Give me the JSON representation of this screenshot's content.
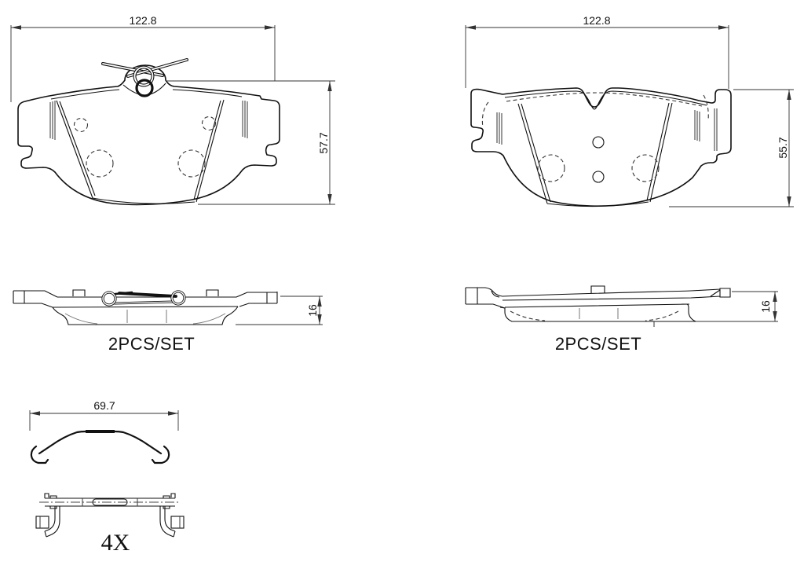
{
  "style": {
    "line_color": "#111111",
    "dim_color": "#333333",
    "background": "#ffffff"
  },
  "figures": {
    "pad_rear_left": {
      "width_label": "122.8",
      "height_label": "57.7"
    },
    "pad_rear_right": {
      "width_label": "122.8",
      "height_label": "55.7"
    },
    "pad_top_left": {
      "caption": "2PCS/SET",
      "thickness_label": "16"
    },
    "pad_top_right": {
      "caption": "2PCS/SET",
      "thickness_label": "16"
    },
    "spring_clip": {
      "width_label": "69.7"
    },
    "abutment_clip": {
      "quantity_label": "4X"
    }
  }
}
